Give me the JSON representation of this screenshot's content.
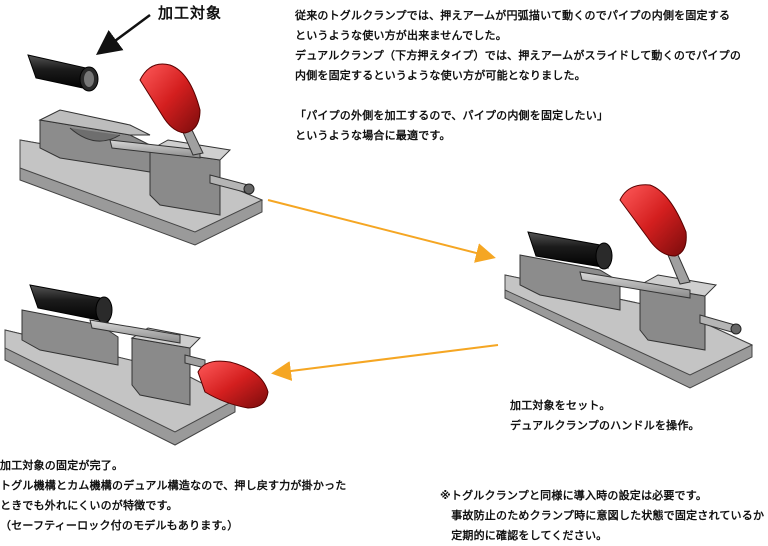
{
  "label_top": "加工対象",
  "intro": {
    "lines": [
      "従来のトグルクランプでは、押えアームが円弧描いて動くのでパイプの内側を固定する",
      "というような使い方が出来ませんでした。",
      "デュアルクランプ（下方押えタイプ）では、押えアームがスライドして動くのでパイプの",
      "内側を固定するというような使い方が可能となりました。",
      "",
      "「パイプの外側を加工するので、パイプの内側を固定したい」",
      "というような場合に最適です。"
    ]
  },
  "step2": {
    "lines": [
      "加工対象をセット。",
      "デュアルクランプのハンドルを操作。"
    ]
  },
  "step3": {
    "lines": [
      "加工対象の固定が完了。",
      "トグル機構とカム機構のデュアル構造なので、押し戻す力が掛かった",
      "ときでも外れにくいのが特徴です。",
      "（セーフティーロック付のモデルもあります。）"
    ]
  },
  "note": {
    "lines": [
      "※トグルクランプと同様に導入時の設定は必要です。",
      "　事故防止のためクランプ時に意図した状態で固定されているか",
      "　定期的に確認をしてください。"
    ]
  },
  "colors": {
    "arrow": "#f5a623",
    "handle": "#d41f1f",
    "pipe": "#1c1c1c",
    "base": "#a9a9a9"
  }
}
